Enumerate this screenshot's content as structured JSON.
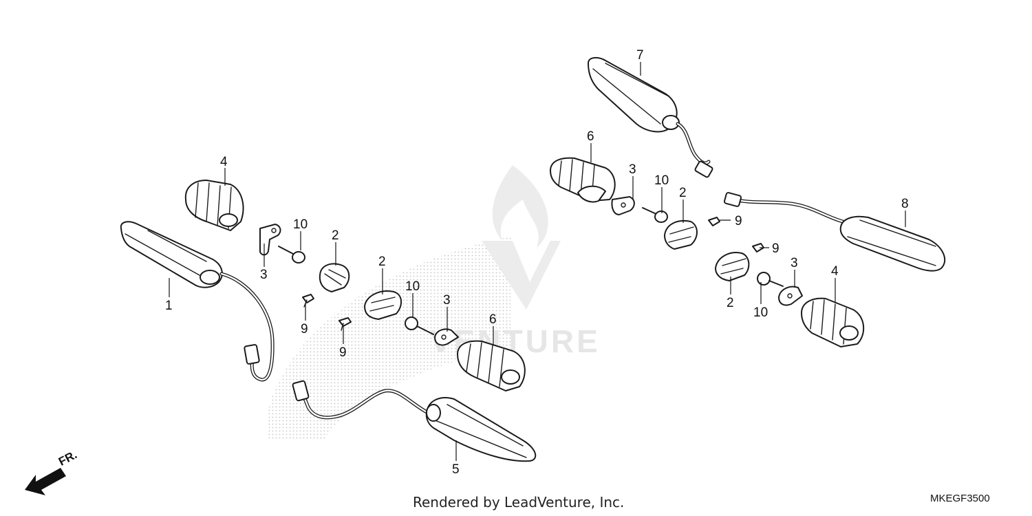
{
  "diagram": {
    "callouts": {
      "left_lamp_front": "1",
      "grommet_left_inner": "2",
      "grommet_left_outer": "2",
      "bracket_left_top": "3",
      "bracket_left_bottom": "3",
      "cover_left_top": "4",
      "left_lamp_rear": "5",
      "cover_left_bottom": "6",
      "screw_left_a": "9",
      "screw_left_b": "9",
      "bolt_left_top": "10",
      "bolt_left_bottom": "10",
      "right_lamp_front": "7",
      "cover_right_top": "6",
      "bracket_right_top": "3",
      "bolt_right_top": "10",
      "grommet_right_top": "2",
      "screw_right_top": "9",
      "right_lamp_rear": "8",
      "screw_right_bottom": "9",
      "grommet_right_bottom": "2",
      "bolt_right_bottom": "10",
      "bracket_right_bottom": "3",
      "cover_right_bottom": "4"
    },
    "direction_label": "FR.",
    "watermark_text": "VENTURE",
    "footer_credit": "Rendered by LeadVenture, Inc.",
    "diagram_code": "MKEGF3500",
    "colors": {
      "line": "#1a1a1a",
      "watermark": "#e6e6e6",
      "stipple": "#bdbdbd"
    }
  }
}
